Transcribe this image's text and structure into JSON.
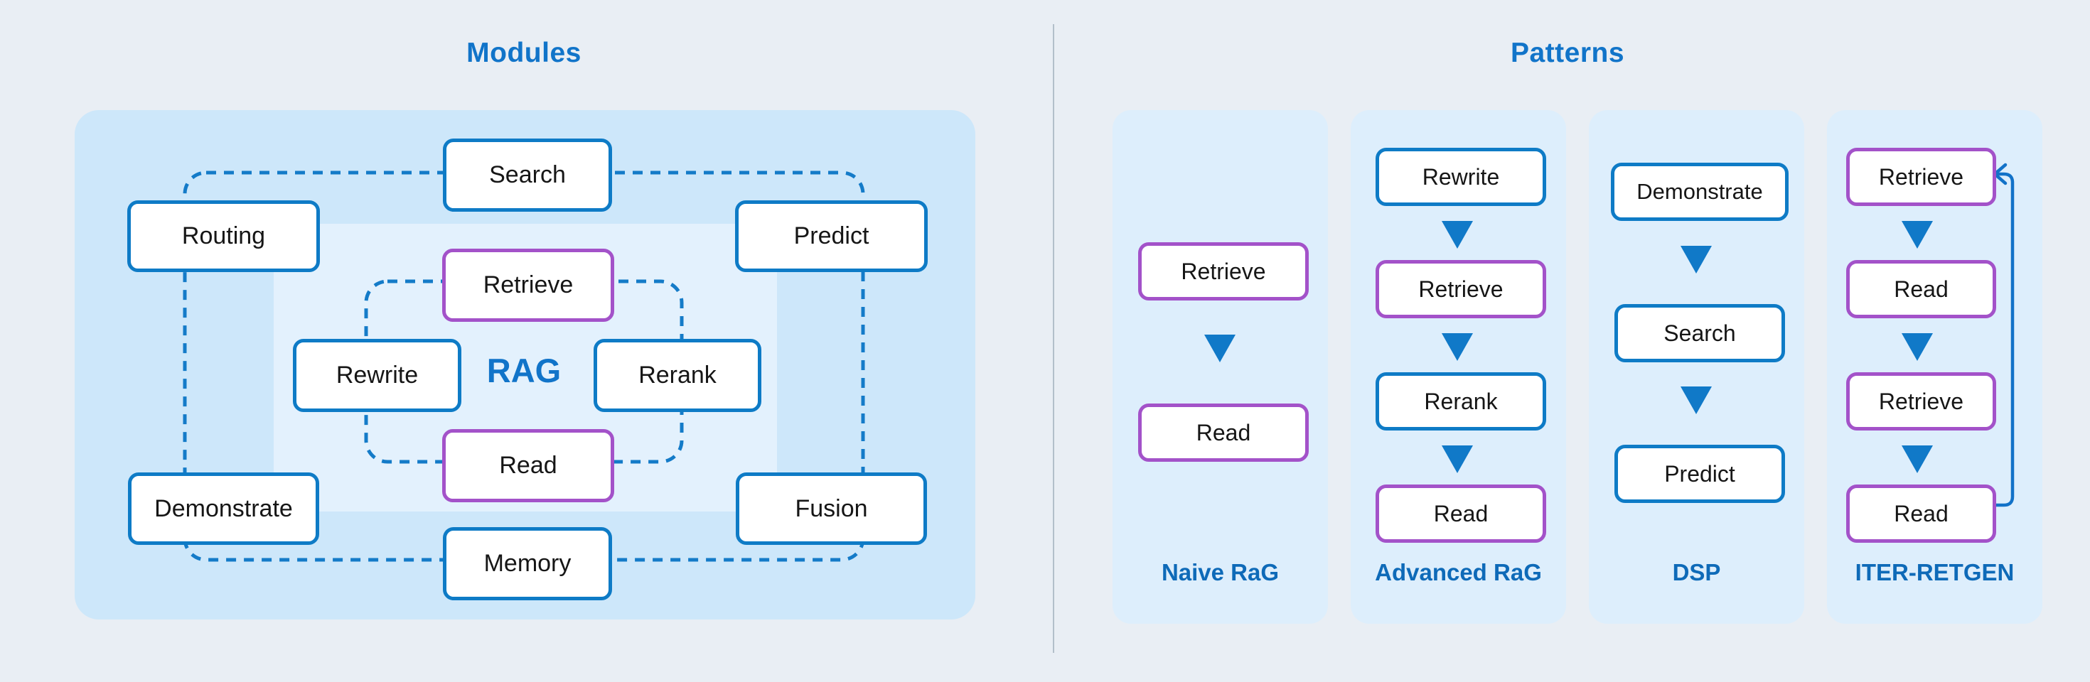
{
  "modules": {
    "title": "Modules",
    "center_label": "RAG",
    "boxes": [
      {
        "label": "Search",
        "type": "blue"
      },
      {
        "label": "Routing",
        "type": "blue"
      },
      {
        "label": "Predict",
        "type": "blue"
      },
      {
        "label": "Retrieve",
        "type": "purple"
      },
      {
        "label": "Rewrite",
        "type": "blue"
      },
      {
        "label": "Rerank",
        "type": "blue"
      },
      {
        "label": "Read",
        "type": "purple"
      },
      {
        "label": "Demonstrate",
        "type": "blue"
      },
      {
        "label": "Fusion",
        "type": "blue"
      },
      {
        "label": "Memory",
        "type": "blue"
      }
    ]
  },
  "patterns": {
    "title": "Patterns",
    "columns": [
      {
        "name": "Naive RaG",
        "steps": [
          {
            "label": "Retrieve",
            "type": "purple"
          },
          {
            "label": "Read",
            "type": "purple"
          }
        ]
      },
      {
        "name": "Advanced RaG",
        "steps": [
          {
            "label": "Rewrite",
            "type": "blue"
          },
          {
            "label": "Retrieve",
            "type": "purple"
          },
          {
            "label": "Rerank",
            "type": "blue"
          },
          {
            "label": "Read",
            "type": "purple"
          }
        ]
      },
      {
        "name": "DSP",
        "steps": [
          {
            "label": "Demonstrate",
            "type": "blue"
          },
          {
            "label": "Search",
            "type": "blue"
          },
          {
            "label": "Predict",
            "type": "blue"
          }
        ]
      },
      {
        "name": "ITER-RETGEN",
        "loop": true,
        "steps": [
          {
            "label": "Retrieve",
            "type": "purple"
          },
          {
            "label": "Read",
            "type": "purple"
          },
          {
            "label": "Retrieve",
            "type": "purple"
          },
          {
            "label": "Read",
            "type": "purple"
          }
        ]
      }
    ]
  },
  "colors": {
    "page_background": "#e9eef4",
    "modules_panel": "#cde7fa",
    "modules_inner_panel": "#e3f1fd",
    "pattern_column": "#ddeefc",
    "title_blue": "#1174c9",
    "label_blue": "#0e6ab8",
    "box_border_blue": "#0e7bc6",
    "box_border_purple": "#a352c9",
    "dashed_line_blue": "#147bc8",
    "triangle_blue": "#1079c8",
    "loop_arrow_blue": "#1272c8",
    "box_text": "#161616",
    "divider_gray": "#b3bfca"
  }
}
